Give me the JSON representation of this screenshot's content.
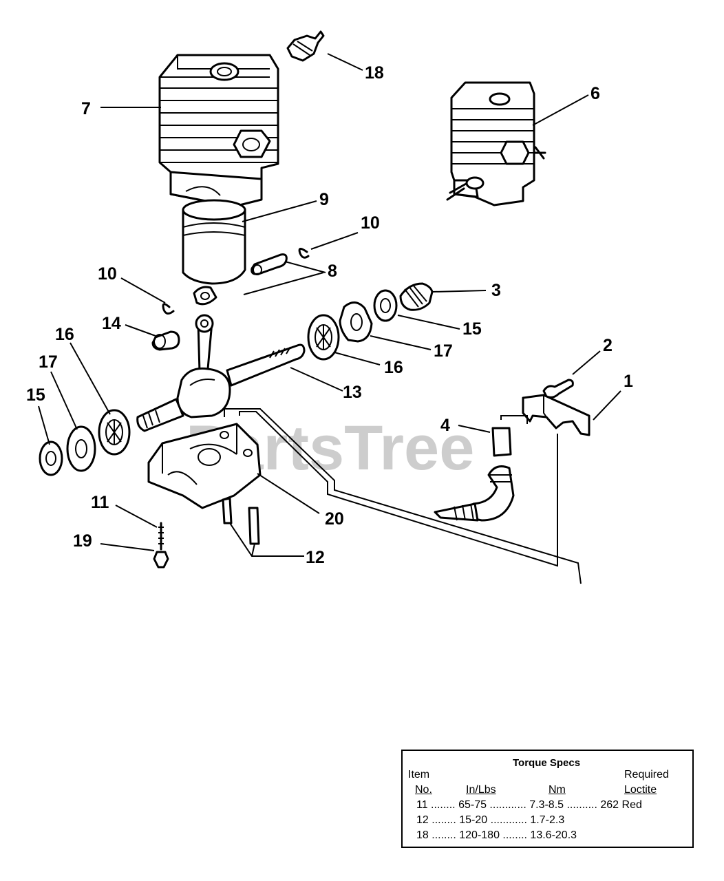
{
  "watermark": "PartsTree",
  "callouts": {
    "c1": "1",
    "c2": "2",
    "c3": "3",
    "c4": "4",
    "c6": "6",
    "c7": "7",
    "c8": "8",
    "c9": "9",
    "c10a": "10",
    "c10b": "10",
    "c11": "11",
    "c12": "12",
    "c13": "13",
    "c14": "14",
    "c15a": "15",
    "c15b": "15",
    "c16a": "16",
    "c16b": "16",
    "c17a": "17",
    "c17b": "17",
    "c18": "18",
    "c19": "19",
    "c20": "20"
  },
  "torque_table": {
    "title": "Torque Specs",
    "col_item_line1": "Item",
    "col_item_line2": "No.",
    "col_inlbs": "In/Lbs",
    "col_nm": "Nm",
    "col_loctite_line1": "Required",
    "col_loctite_line2": "Loctite",
    "rows": [
      {
        "text": "11 ........ 65-75 ............ 7.3-8.5 .......... 262 Red"
      },
      {
        "text": "12 ........ 15-20 ............ 1.7-2.3"
      },
      {
        "text": "18 ........ 120-180 ........ 13.6-20.3"
      }
    ]
  }
}
